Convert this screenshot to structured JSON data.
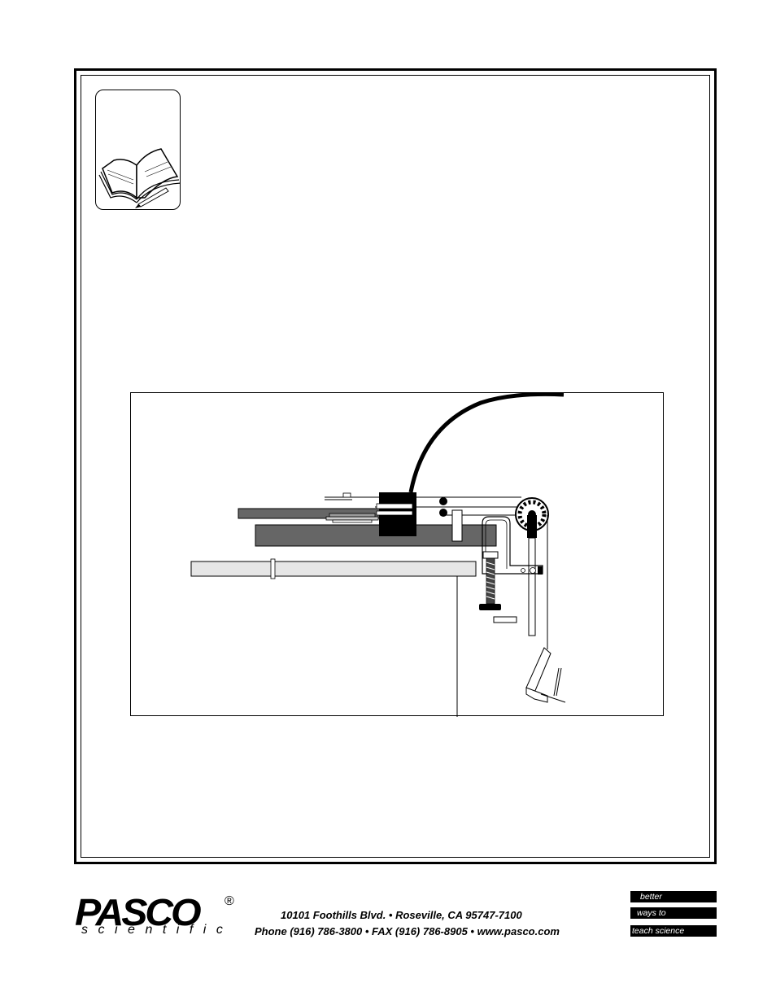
{
  "footer": {
    "logo_name": "PASCO",
    "logo_sub": "scientific",
    "registered_mark": "®",
    "address": "10101 Foothills Blvd. •  Roseville, CA   95747-7100",
    "phone": "Phone (916) 786-3800 • FAX (916) 786-8905 • www.pasco.com",
    "taglines": [
      "better",
      "ways to",
      "teach science"
    ]
  },
  "icons": {
    "notebook": "notebook-pencil-icon"
  }
}
